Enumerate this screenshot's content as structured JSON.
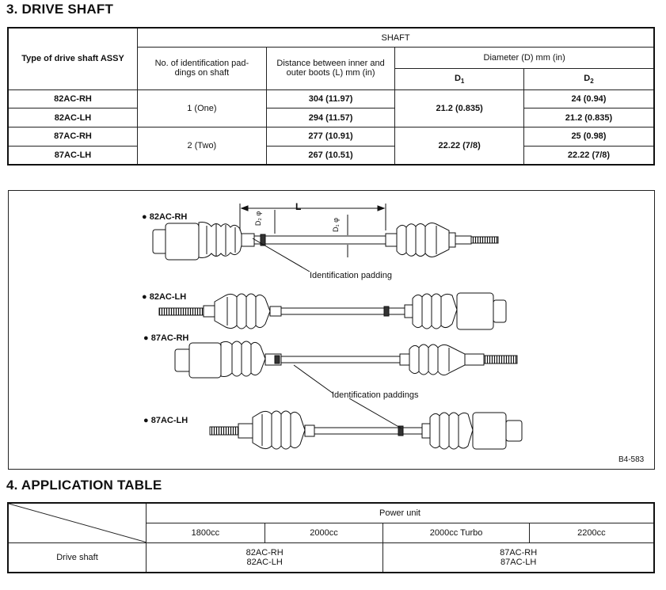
{
  "section3": {
    "title": "3. DRIVE SHAFT"
  },
  "shaft_table": {
    "col_type": "Type of drive shaft ASSY",
    "col_shaft": "SHAFT",
    "col_padding": "No. of identification pad-dings on shaft",
    "col_distance": "Distance between inner and outer boots (L) mm (in)",
    "col_diameter": "Diameter (D) mm (in)",
    "col_d1": "D",
    "col_d1_sub": "1",
    "col_d2": "D",
    "col_d2_sub": "2",
    "rows": [
      {
        "type": "82AC-RH",
        "distance": "304 (11.97)",
        "d2": "24 (0.94)"
      },
      {
        "type": "82AC-LH",
        "distance": "294 (11.57)",
        "d2": "21.2 (0.835)"
      },
      {
        "type": "87AC-RH",
        "distance": "277 (10.91)",
        "d2": "25 (0.98)"
      },
      {
        "type": "87AC-LH",
        "distance": "267 (10.51)",
        "d2": "22.22 (7/8)"
      }
    ],
    "group1_padding": "1 (One)",
    "group1_d1": "21.2 (0.835)",
    "group2_padding": "2 (Two)",
    "group2_d1": "22.22 (7/8)"
  },
  "figure": {
    "label_82ac_rh": "82AC-RH",
    "label_82ac_lh": "82AC-LH",
    "label_87ac_rh": "87AC-RH",
    "label_87ac_lh": "87AC-LH",
    "dim_l": "L",
    "dim_d1": "D₁ φ",
    "dim_d2": "D₂ φ",
    "note_padding": "Identification padding",
    "note_paddings": "Identification paddings",
    "code": "B4-583"
  },
  "section4": {
    "title": "4. APPLICATION TABLE"
  },
  "app_table": {
    "power_unit": "Power unit",
    "cols": [
      "1800cc",
      "2000cc",
      "2000cc Turbo",
      "2200cc"
    ],
    "row_label": "Drive shaft",
    "group1_line1": "82AC-RH",
    "group1_line2": "82AC-LH",
    "group2_line1": "87AC-RH",
    "group2_line2": "87AC-LH"
  }
}
